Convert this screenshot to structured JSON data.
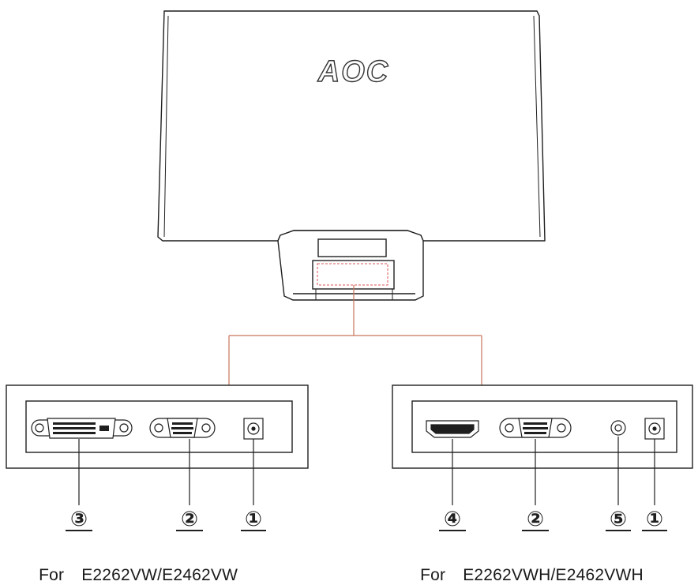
{
  "brand_logo": "AOC",
  "colors": {
    "line": "#1f1f1f",
    "monitor_fill": "#ffffff",
    "connector_link": "#c8755a",
    "highlight_dash": "#d9534f"
  },
  "left_panel": {
    "ports": [
      {
        "number": "③",
        "icon": "dvi-port-icon"
      },
      {
        "number": "②",
        "icon": "vga-port-icon"
      },
      {
        "number": "①",
        "icon": "dc-power-jack-icon"
      }
    ],
    "caption_prefix": "For",
    "caption_model": "E2262VW/E2462VW"
  },
  "right_panel": {
    "ports": [
      {
        "number": "④",
        "icon": "hdmi-port-icon"
      },
      {
        "number": "②",
        "icon": "vga-port-icon"
      },
      {
        "number": "⑤",
        "icon": "audio-jack-icon"
      },
      {
        "number": "①",
        "icon": "dc-power-jack-icon"
      }
    ],
    "caption_prefix": "For",
    "caption_model": "E2262VWH/E2462VWH"
  }
}
